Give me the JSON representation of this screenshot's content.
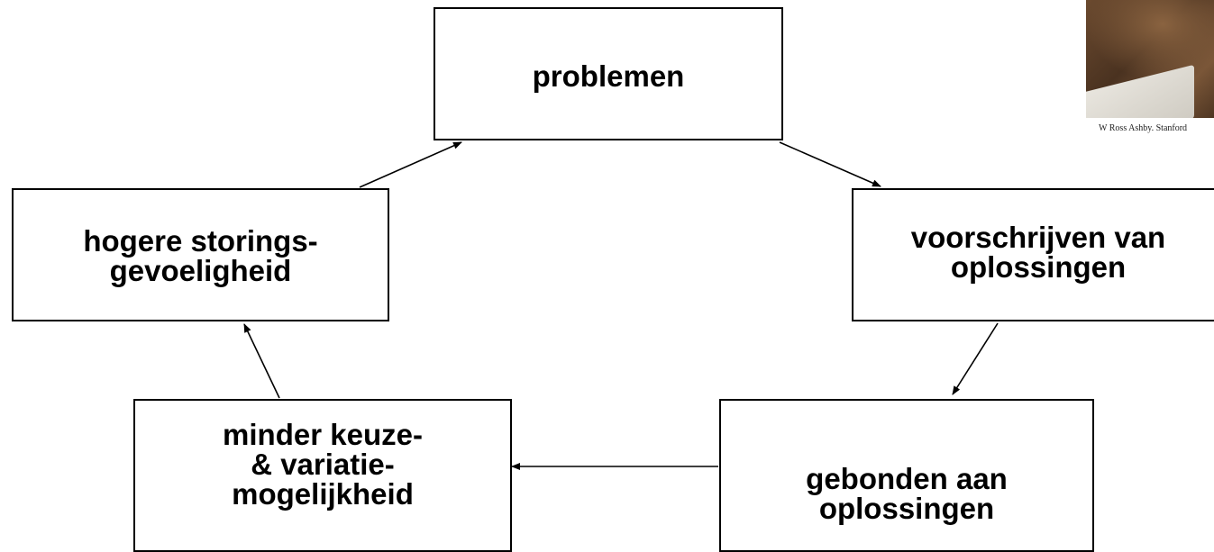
{
  "diagram": {
    "nodes": [
      {
        "id": "problemen",
        "label": "problemen"
      },
      {
        "id": "voorschrijven",
        "label": "voorschrijven van\noplossingen"
      },
      {
        "id": "gebonden",
        "label": "gebonden aan\noplossingen"
      },
      {
        "id": "minder",
        "label": "minder keuze-\n& variatie-\nmogelijkheid"
      },
      {
        "id": "hogere",
        "label": "hogere storings-\ngevoeligheid"
      }
    ],
    "edges": [
      {
        "from": "problemen",
        "to": "voorschrijven"
      },
      {
        "from": "voorschrijven",
        "to": "gebonden"
      },
      {
        "from": "gebonden",
        "to": "minder"
      },
      {
        "from": "minder",
        "to": "hogere"
      },
      {
        "from": "hogere",
        "to": "problemen"
      }
    ],
    "colors": {
      "border": "#000000",
      "text": "#000000",
      "background": "#ffffff"
    }
  },
  "photo": {
    "caption": "W Ross Ashby.  Stanford"
  }
}
